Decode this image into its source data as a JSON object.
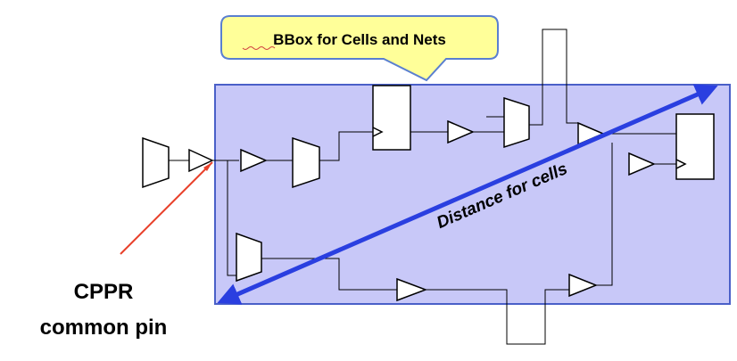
{
  "callout": {
    "text": "BBox for Cells and Nets"
  },
  "arrow_label": {
    "text": "Distance for cells"
  },
  "pin_label": {
    "line1": "CPPR",
    "line2": "common pin"
  },
  "colors": {
    "bbox_fill": "#c8c8f8",
    "bbox_stroke": "#4a60c8",
    "arrow": "#2a3fe0",
    "callout_fill": "#ffff99",
    "callout_stroke": "#5a7fd0",
    "pointer": "#e8402a"
  }
}
